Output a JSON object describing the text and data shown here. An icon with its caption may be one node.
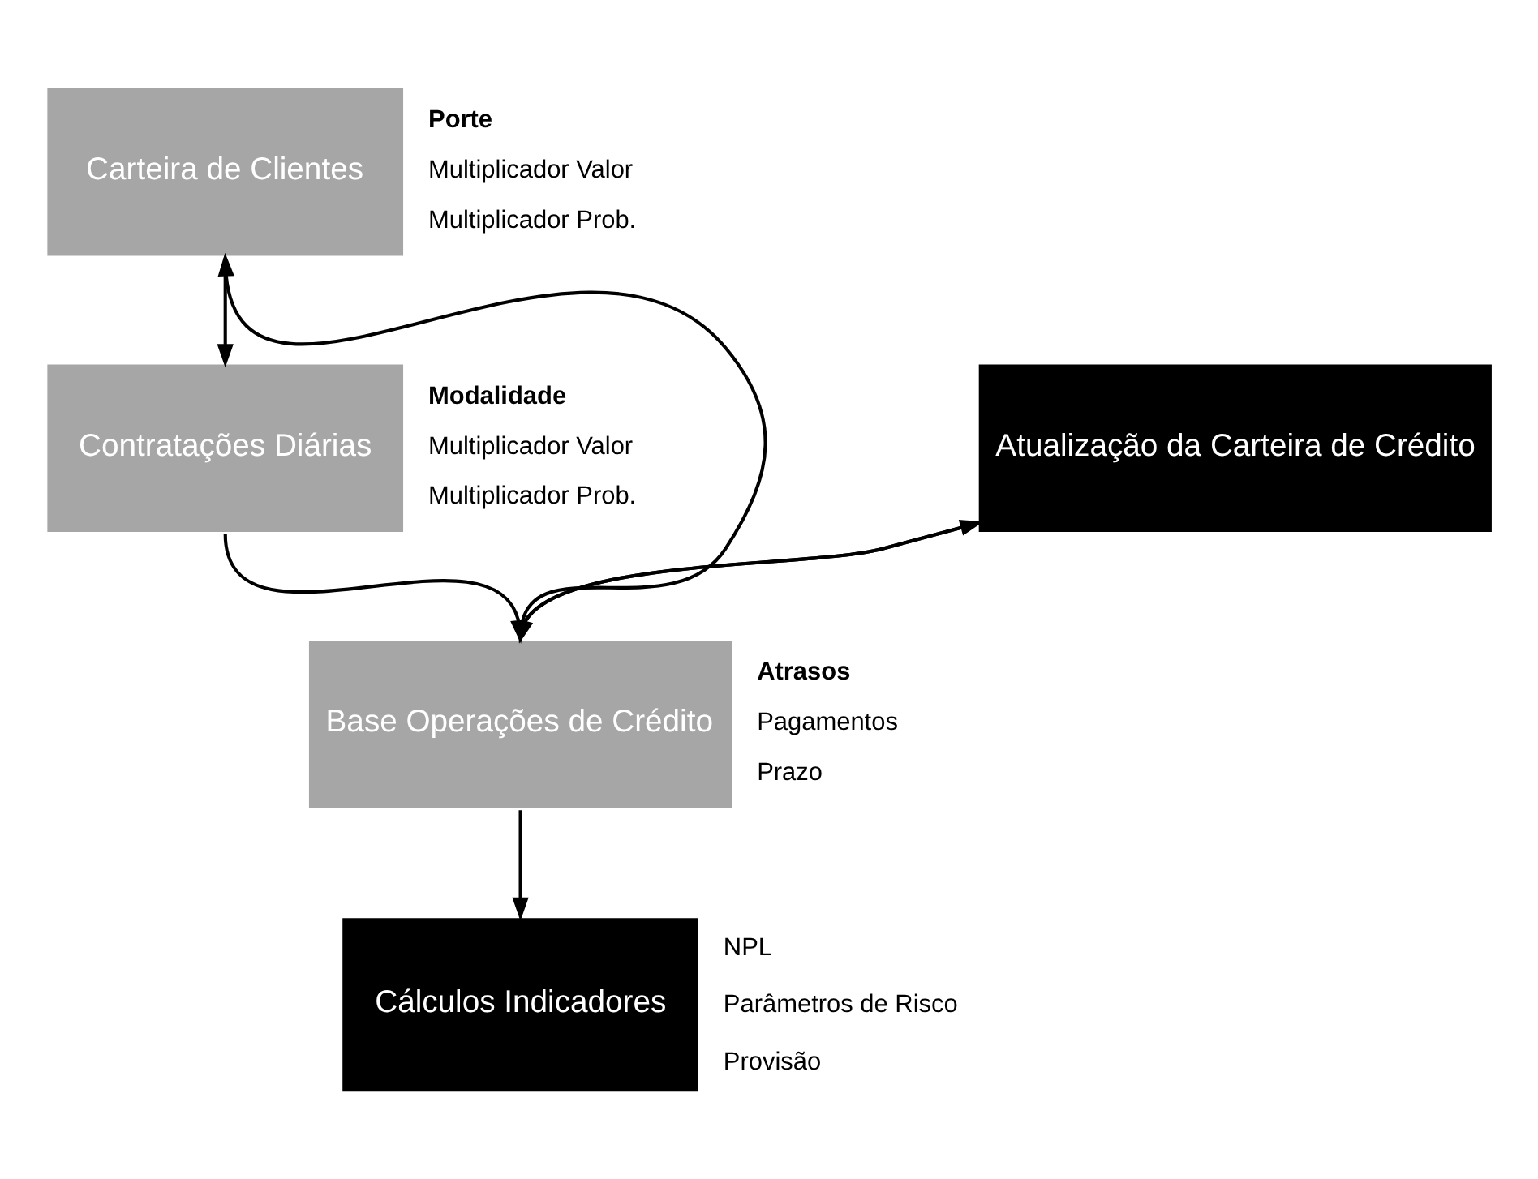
{
  "diagram": {
    "nodes": [
      {
        "text": [
          "Carteira de Clientes"
        ],
        "beside": [
          "Porte",
          "Multiplicador Valor",
          "Multiplicador Prob."
        ]
      },
      {
        "text": [
          "Atualização da Carteira de Crédito"
        ]
      },
      {
        "text": [
          "Contratações Diárias"
        ],
        "beside": [
          "Modalidade",
          "Multiplicador Valor",
          "Multiplicador Prob."
        ]
      },
      {
        "text": [
          "Base Operações de Crédito"
        ],
        "beside": [
          "Atrasos",
          "Pagamentos",
          "Prazo"
        ]
      },
      {
        "text": [
          "Cálculos Indicadores"
        ],
        "beside": [
          "NPL",
          "Parâmetros de Risco",
          "Provisão"
        ]
      }
    ],
    "edges": [
      {
        "from": 3,
        "to": 0,
        "arrow": "to"
      },
      {
        "from": 0,
        "to": 2,
        "arrow": "to"
      },
      {
        "from": 1,
        "to": 3,
        "arrow": "to"
      },
      {
        "from": 2,
        "to": 3,
        "arrow": "to"
      },
      {
        "from": 3,
        "to": 1,
        "arrow": "to"
      },
      {
        "from": 3,
        "to": 4,
        "arrow": "to"
      }
    ]
  }
}
